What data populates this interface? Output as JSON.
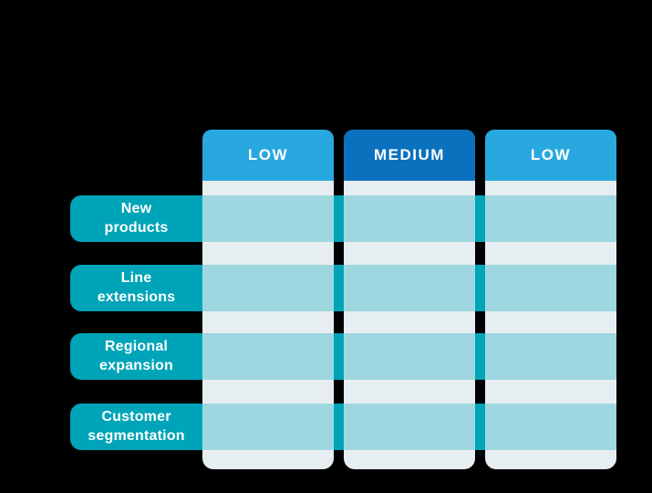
{
  "matrix": {
    "columns": [
      {
        "label": "LOW",
        "tone": "light"
      },
      {
        "label": "MEDIUM",
        "tone": "dark"
      },
      {
        "label": "LOW",
        "tone": "light"
      }
    ],
    "rows": [
      {
        "label": "New\nproducts"
      },
      {
        "label": "Line\nextensions"
      },
      {
        "label": "Regional\nexpansion"
      },
      {
        "label": "Customer\nsegmentation"
      }
    ]
  },
  "colors": {
    "background": "#000000",
    "header_low": "#29A8E0",
    "header_medium": "#0B71BE",
    "row_pill_teal": "#00A4B8",
    "cell_band_teal_light": "#9ED7E0",
    "cell_separator_pale": "#E7EEF1",
    "text": "#FFFFFF"
  }
}
